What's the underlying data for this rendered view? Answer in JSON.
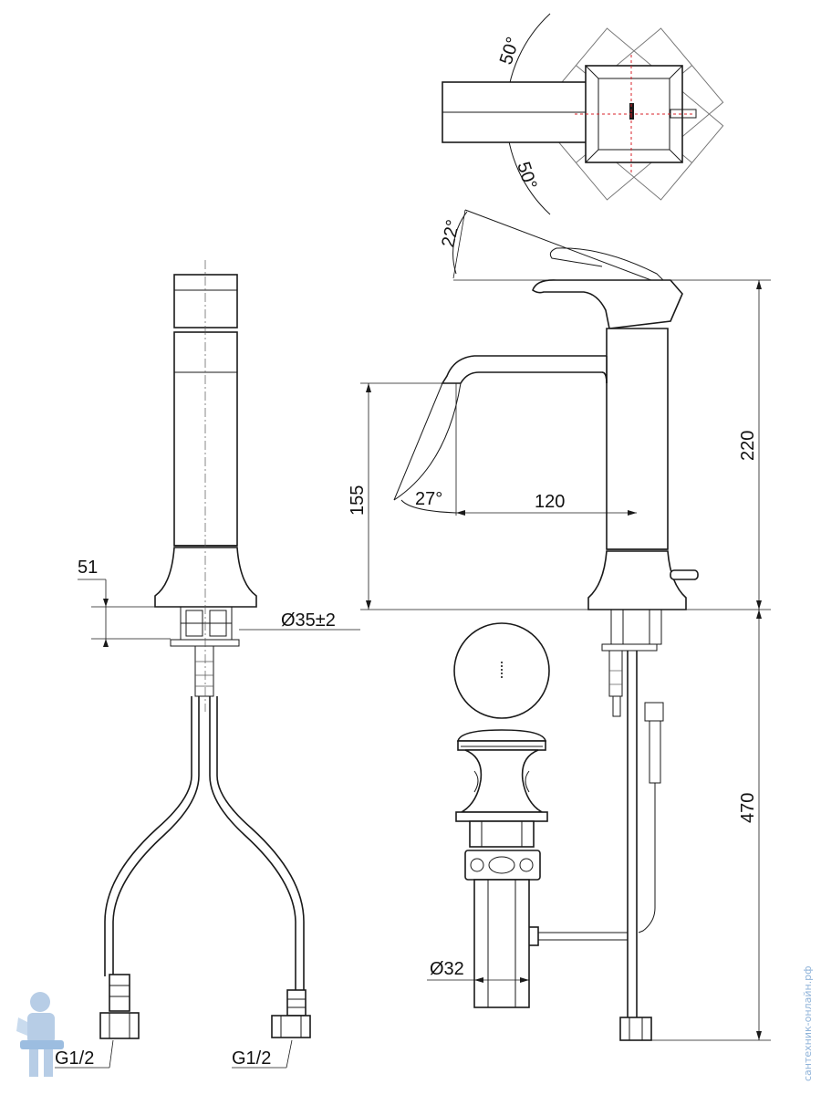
{
  "labels": {
    "angle_top_left": "50°",
    "angle_top_right": "50°",
    "angle_handle": "22°",
    "angle_spout": "27°",
    "dim_height_total": "220",
    "dim_spout_height": "155",
    "dim_spout_reach": "120",
    "dim_deck_thickness": "51",
    "dim_hole_diameter": "Ø35±2",
    "dim_hose_length": "470",
    "dim_drain_diameter": "Ø32",
    "thread_left": "G1/2",
    "thread_right": "G1/2",
    "watermark": "сантехник-онлайн.рф"
  },
  "colors": {
    "line": "#1a1a1a",
    "centerline": "#d8202a",
    "watermark": "#8fb3d9"
  }
}
